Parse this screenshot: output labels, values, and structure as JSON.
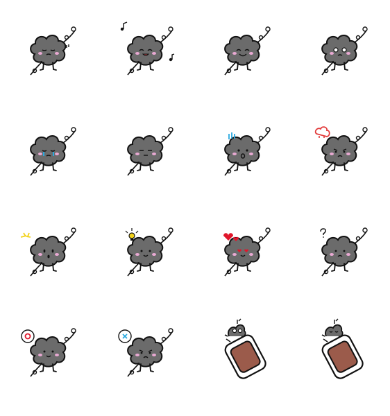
{
  "sheet": {
    "background": "#ffffff",
    "body_color": "#6b6b6b",
    "outline_color": "#111111",
    "blush_color": "#e9a9d3"
  },
  "stickers": [
    {
      "id": "sleepy",
      "expression": "sleepy",
      "body": "cloud",
      "accessory": "zz-marks"
    },
    {
      "id": "singing",
      "expression": "happy",
      "body": "cloud",
      "accessory": "music-notes"
    },
    {
      "id": "grinning",
      "expression": "grin",
      "body": "cloud",
      "accessory": "none"
    },
    {
      "id": "teary",
      "expression": "teary",
      "body": "cloud",
      "accessory": "none"
    },
    {
      "id": "crying",
      "expression": "crying",
      "body": "cloud",
      "accessory": "none"
    },
    {
      "id": "unimpressed",
      "expression": "flat",
      "body": "cloud",
      "accessory": "none"
    },
    {
      "id": "shocked-blue",
      "expression": "shocked",
      "body": "cloud",
      "accessory": "blue-lines",
      "accent": "#29a9e0"
    },
    {
      "id": "angry",
      "expression": "frown",
      "body": "cloud",
      "accessory": "anger-puff",
      "accent": "#e23a3a"
    },
    {
      "id": "startled",
      "expression": "surprised",
      "body": "cloud",
      "accessory": "spark",
      "accent": "#f2d21b"
    },
    {
      "id": "idea",
      "expression": "smile",
      "body": "cloud",
      "accessory": "lightbulb",
      "accent": "#f2d21b"
    },
    {
      "id": "love",
      "expression": "heart-eyes",
      "body": "cloud",
      "accessory": "hearts",
      "accent": "#e0162b"
    },
    {
      "id": "question",
      "expression": "pout",
      "body": "cloud",
      "accessory": "question-mark"
    },
    {
      "id": "correct",
      "expression": "smile",
      "body": "cloud",
      "accessory": "o-bubble",
      "accent": "#e0162b"
    },
    {
      "id": "wrong",
      "expression": "frown",
      "body": "cloud",
      "accessory": "x-bubble",
      "accent": "#29a9e0"
    },
    {
      "id": "sign-peek",
      "expression": "peek",
      "body": "sign",
      "accessory": "brown-sign",
      "accent": "#9b5b4b"
    },
    {
      "id": "sign-sleep",
      "expression": "sleepy",
      "body": "sign",
      "accessory": "brown-sign",
      "accent": "#9b5b4b"
    }
  ]
}
